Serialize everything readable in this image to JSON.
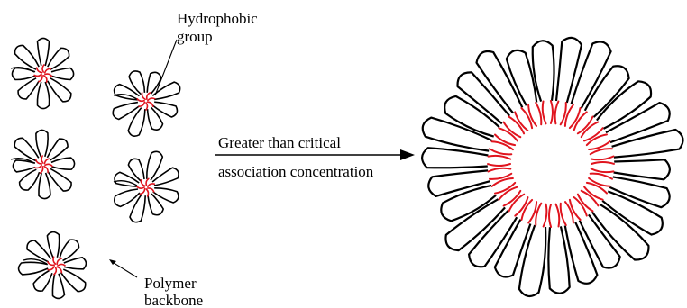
{
  "labels": {
    "hydrophobic_line1": "Hydrophobic",
    "hydrophobic_line2": "group",
    "arrow_line1": "Greater than critical",
    "arrow_line2": "association concentration",
    "backbone_line1": "Polymer",
    "backbone_line2": "backbone"
  },
  "colors": {
    "backbone": "#000000",
    "hydrophobic": "#e0141e",
    "text": "#000000"
  },
  "small_coils": {
    "count": 5,
    "loops_each": 8
  },
  "micelle": {
    "loops": 26
  }
}
